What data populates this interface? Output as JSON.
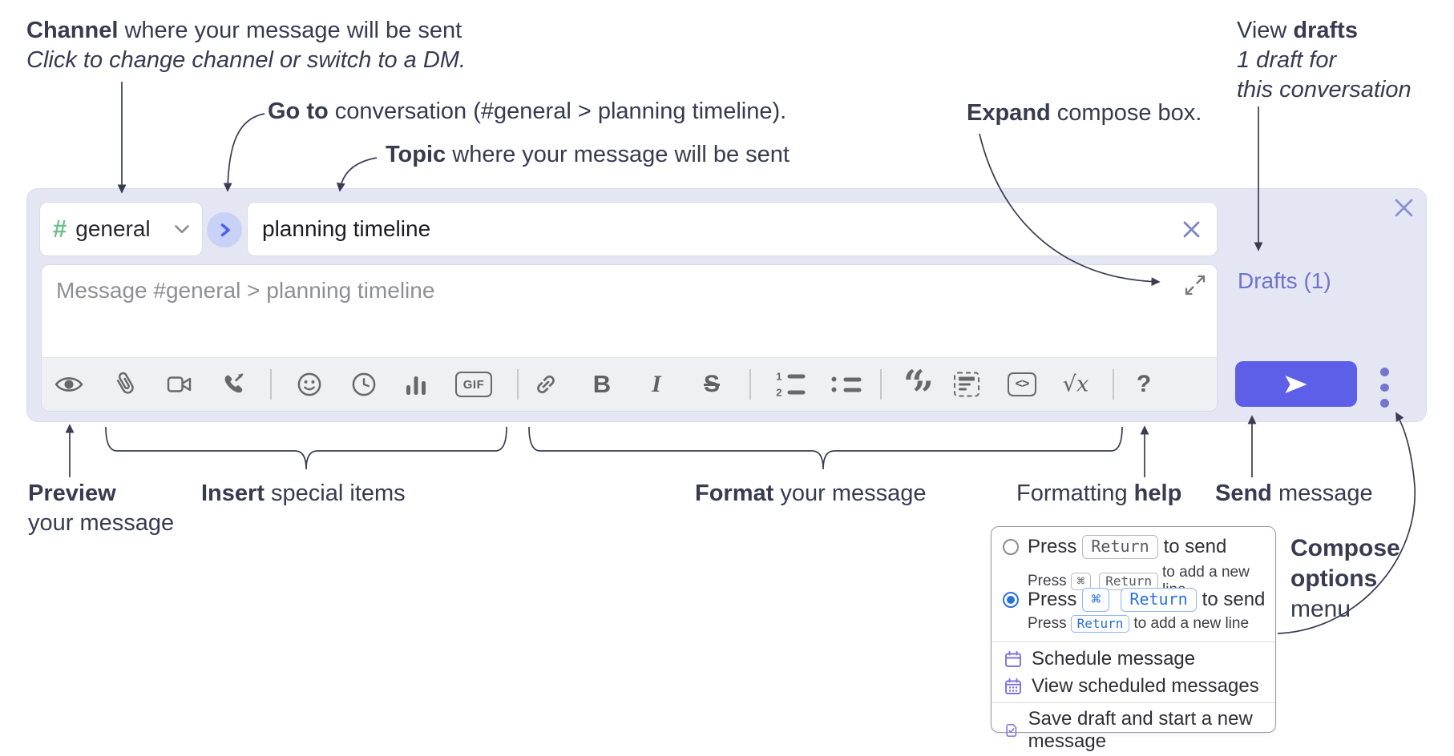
{
  "annotations": {
    "channel": {
      "bold": "Channel",
      "rest": " where your message will be sent",
      "line2": "Click to change channel or switch to a DM."
    },
    "goto": {
      "bold": "Go to",
      "rest": " conversation (#general > planning timeline)."
    },
    "topic": {
      "bold": "Topic",
      "rest": " where your message will be sent"
    },
    "expand": {
      "bold": "Expand",
      "rest": " compose box."
    },
    "view_drafts": {
      "pre": "View ",
      "bold": "drafts",
      "line2": "1 draft for",
      "line3": "this conversation"
    },
    "preview": {
      "bold": "Preview",
      "line2": "your message"
    },
    "insert": {
      "bold": "Insert",
      "rest": " special items"
    },
    "format": {
      "bold": "Format",
      "rest": " your message"
    },
    "help": {
      "pre": "Formatting ",
      "bold": "help"
    },
    "send": {
      "bold": "Send",
      "rest": " message"
    },
    "compose_options": {
      "line1": "Compose",
      "line2": "options",
      "line3": "menu"
    }
  },
  "compose": {
    "channel_hash": "#",
    "channel_name": "general",
    "topic_value": "planning timeline",
    "message_placeholder": "Message #general > planning timeline",
    "drafts_label": "Drafts (1)"
  },
  "toolbar": {
    "gif_label": "GIF",
    "bold_label": "B",
    "italic_label": "I",
    "strike_label": "S",
    "ol_1": "1",
    "ol_2": "2",
    "quote_open": "“",
    "quote_close": "”",
    "code_label": "<>",
    "math_label": "√x",
    "help_label": "?"
  },
  "menu": {
    "option_return": {
      "pre": "Press",
      "key": "Return",
      "post": "to send",
      "sub_pre": "Press",
      "sub_key1": "⌘",
      "sub_key2": "Return",
      "sub_post": "to add a new line"
    },
    "option_cmd_return": {
      "pre": "Press",
      "key1": "⌘",
      "key2": "Return",
      "post": "to send",
      "sub_pre": "Press",
      "sub_key": "Return",
      "sub_post": "to add a new line"
    },
    "items": [
      {
        "label": "Schedule message"
      },
      {
        "label": "View scheduled messages"
      },
      {
        "label": "Save draft and start a new message"
      }
    ]
  },
  "colors": {
    "annotation_text": "#383a50",
    "compose_background": "#e4e6f4",
    "toolbar_background": "#eef0f3",
    "icon_gray": "#67686c",
    "send_button": "#5d5fe8",
    "drafts_link": "#6f74c9",
    "channel_hash_green": "#69c289",
    "goto_circle": "#c9d1f6",
    "goto_arrow": "#4766e8",
    "key_blue": "#2b72d8",
    "menu_icon_purple": "#7d72e0"
  }
}
